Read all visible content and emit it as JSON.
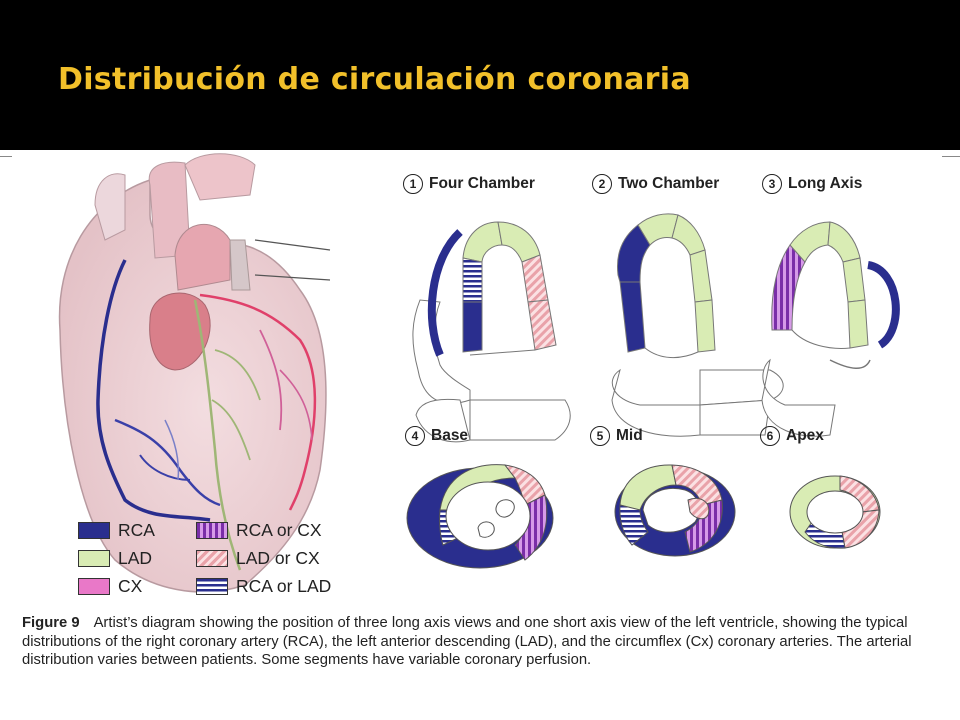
{
  "slide": {
    "title": "Distribución de circulación coronaria"
  },
  "views": [
    {
      "num": "1",
      "label": "Four Chamber"
    },
    {
      "num": "2",
      "label": "Two Chamber"
    },
    {
      "num": "3",
      "label": "Long Axis"
    },
    {
      "num": "4",
      "label": "Base"
    },
    {
      "num": "5",
      "label": "Mid"
    },
    {
      "num": "6",
      "label": "Apex"
    }
  ],
  "legend": [
    {
      "label": "RCA",
      "color": "#2a2e8e"
    },
    {
      "label": "LAD",
      "color": "#d9ecb4"
    },
    {
      "label": "CX",
      "color": "#e978c8"
    },
    {
      "label": "RCA or CX",
      "color": "#7a2ea8"
    },
    {
      "label": "LAD or CX",
      "color": "#e9a2a9"
    },
    {
      "label": "RCA or LAD",
      "color": "#2a2e8e"
    }
  ],
  "caption": {
    "figure_label": "Figure 9",
    "text": "Artist’s diagram showing the position of three long axis views and one short axis view of the left ventricle, showing the typical distributions of the right coronary artery (RCA), the left anterior descending (LAD), and the circumflex (Cx) coronary arteries. The arterial distribution varies between patients. Some segments have variable coronary perfusion."
  }
}
